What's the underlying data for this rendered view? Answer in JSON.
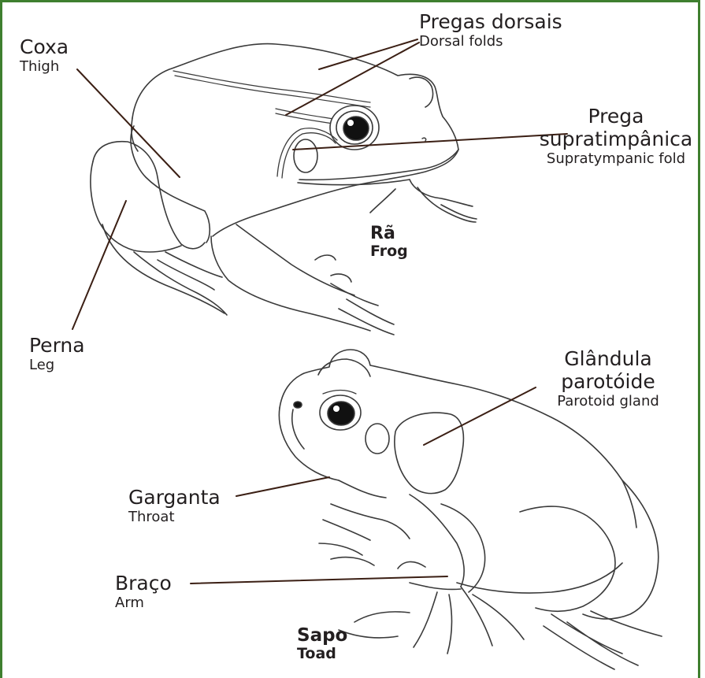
{
  "labels": {
    "dorsal_folds": {
      "pt": "Pregas dorsais",
      "en": "Dorsal folds"
    },
    "thigh": {
      "pt": "Coxa",
      "en": "Thigh"
    },
    "supratympanic": {
      "pt_line1": "Prega",
      "pt_line2": "supratimpânica",
      "en": "Supratympanic fold"
    },
    "leg": {
      "pt": "Perna",
      "en": "Leg"
    },
    "parotoid": {
      "pt_line1": "Glândula",
      "pt_line2": "parotóide",
      "en": "Parotoid gland"
    },
    "throat": {
      "pt": "Garganta",
      "en": "Throat"
    },
    "arm": {
      "pt": "Braço",
      "en": "Arm"
    }
  },
  "species": {
    "frog": {
      "pt": "Rã",
      "en": "Frog"
    },
    "toad": {
      "pt": "Sapo",
      "en": "Toad"
    }
  },
  "colors": {
    "border": "#3f7f2f",
    "leader": "#3b1f14",
    "outline": "#3a3a3a",
    "text": "#231f20"
  }
}
